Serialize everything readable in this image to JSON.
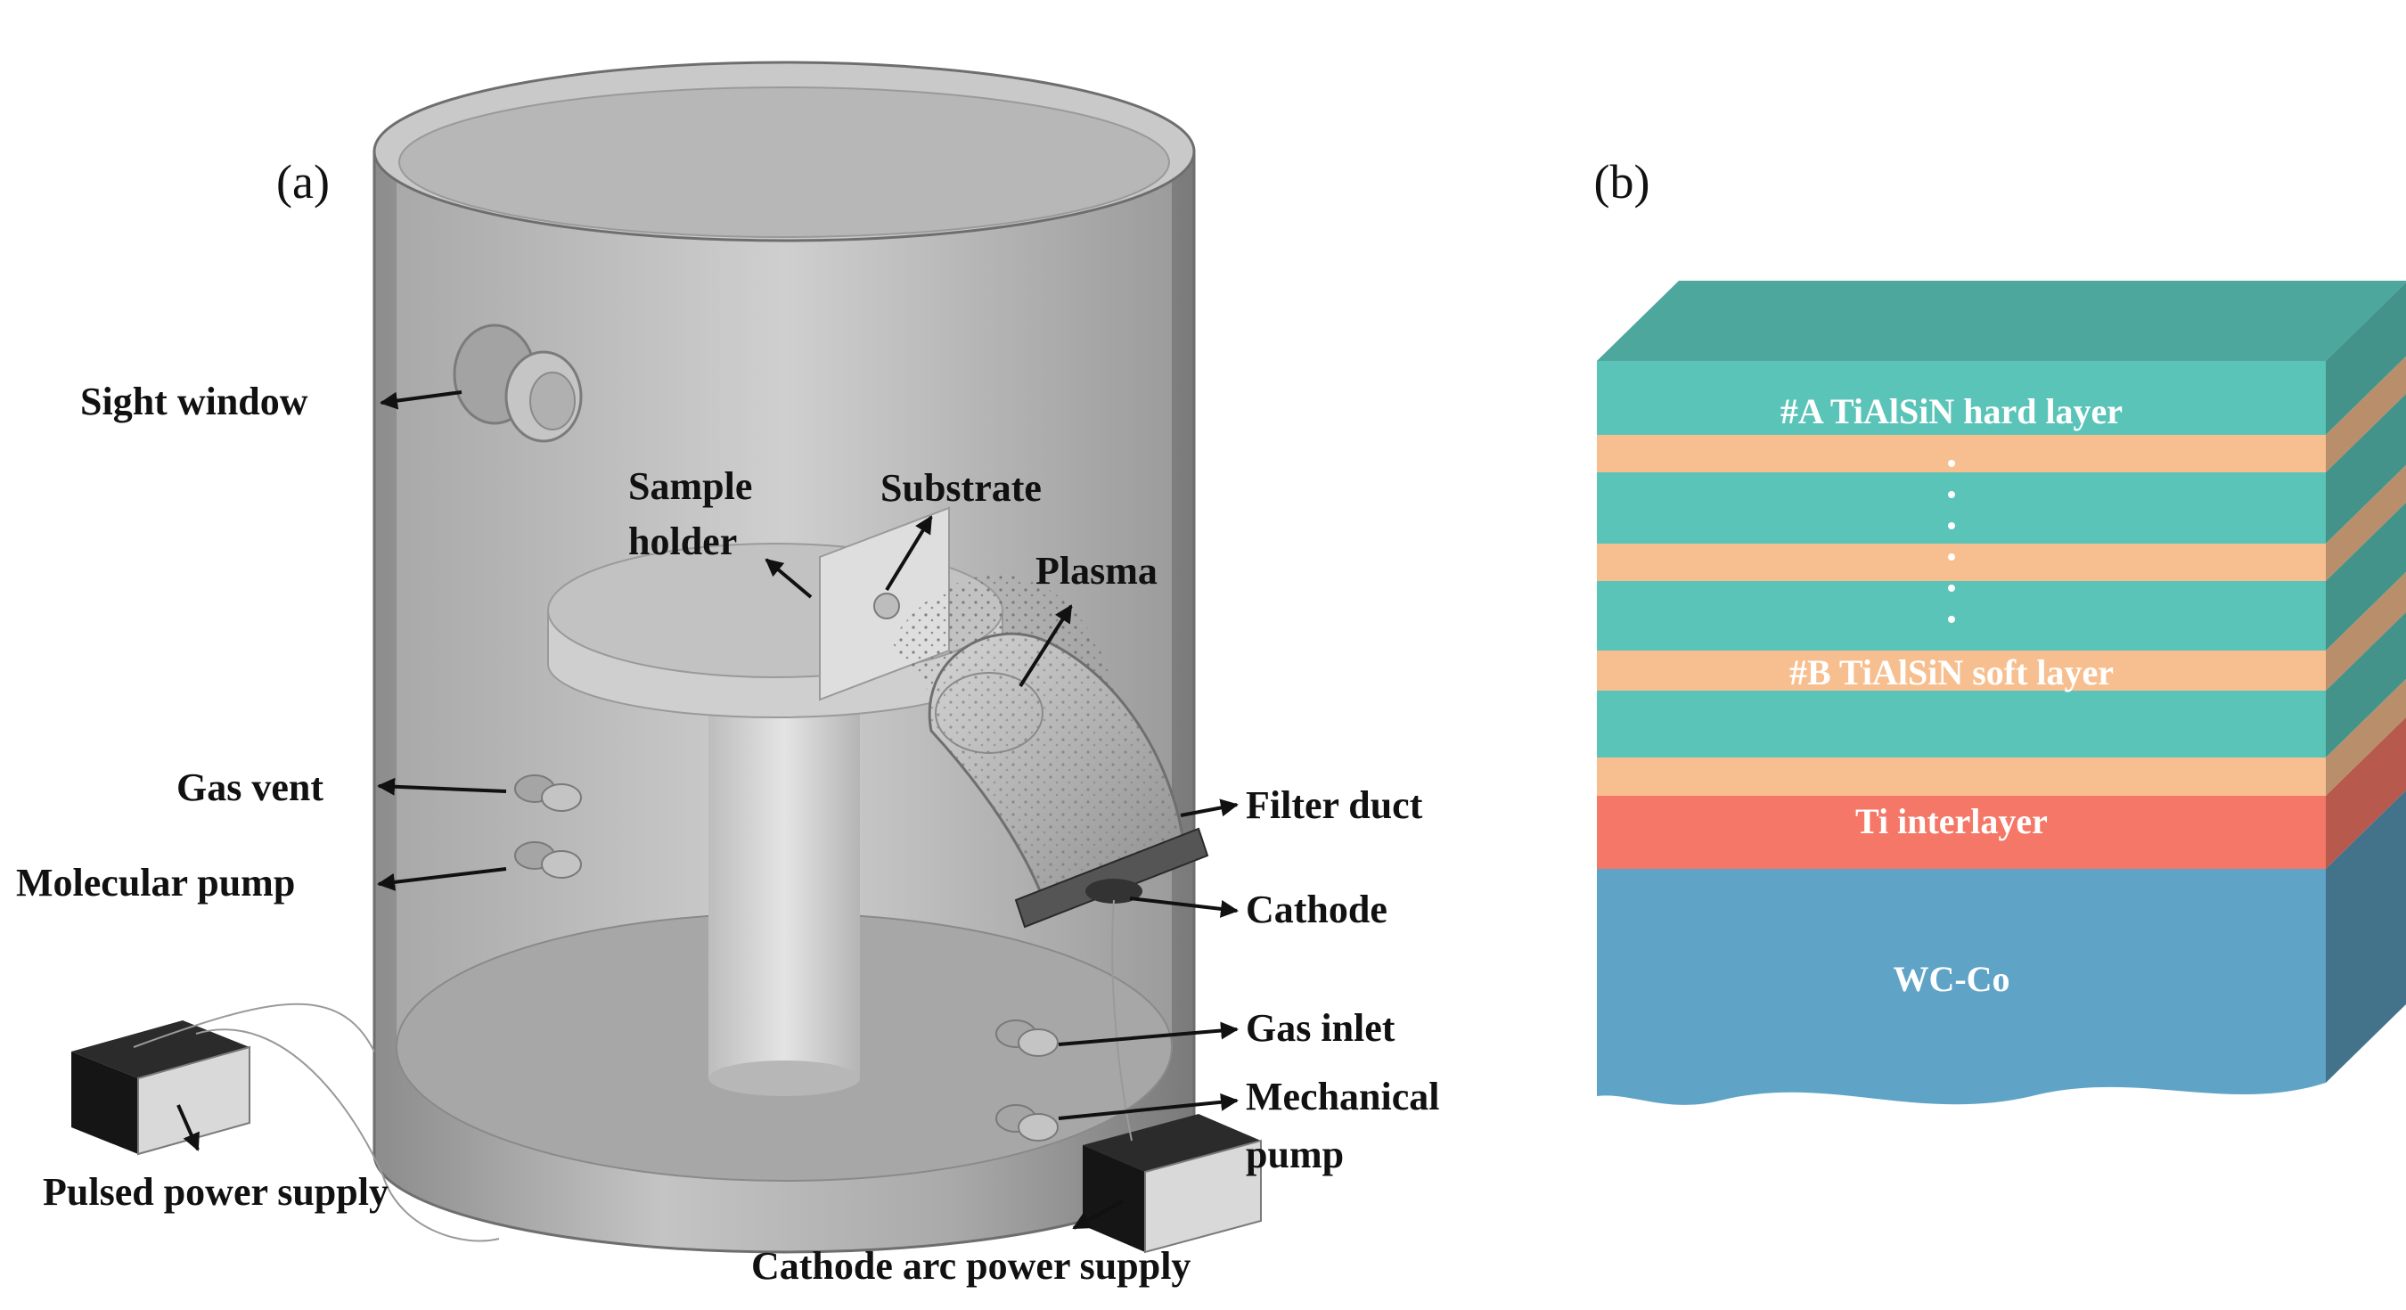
{
  "panel_a": {
    "title": "(a)",
    "labels": {
      "sight_window": "Sight window",
      "sample_holder_line1": "Sample",
      "sample_holder_line2": "holder",
      "substrate": "Substrate",
      "plasma": "Plasma",
      "gas_vent": "Gas vent",
      "molecular_pump": "Molecular pump",
      "filter_duct": "Filter duct",
      "cathode": "Cathode",
      "gas_inlet": "Gas inlet",
      "mechanical_pump_line1": "Mechanical",
      "mechanical_pump_line2": "pump",
      "pulsed_power_supply": "Pulsed power supply",
      "cathode_arc_power_supply": "Cathode arc power supply"
    }
  },
  "panel_b": {
    "title": "(b)",
    "layers": {
      "hard": "#A TiAlSiN hard layer",
      "soft": "#B TiAlSiN soft layer",
      "interlayer": "Ti interlayer",
      "substrate": "WC-Co"
    },
    "colors": {
      "hard": "#5bc4b8",
      "soft": "#f7bf8f",
      "interlayer": "#f47767",
      "substrate": "#5fa4c6"
    }
  }
}
